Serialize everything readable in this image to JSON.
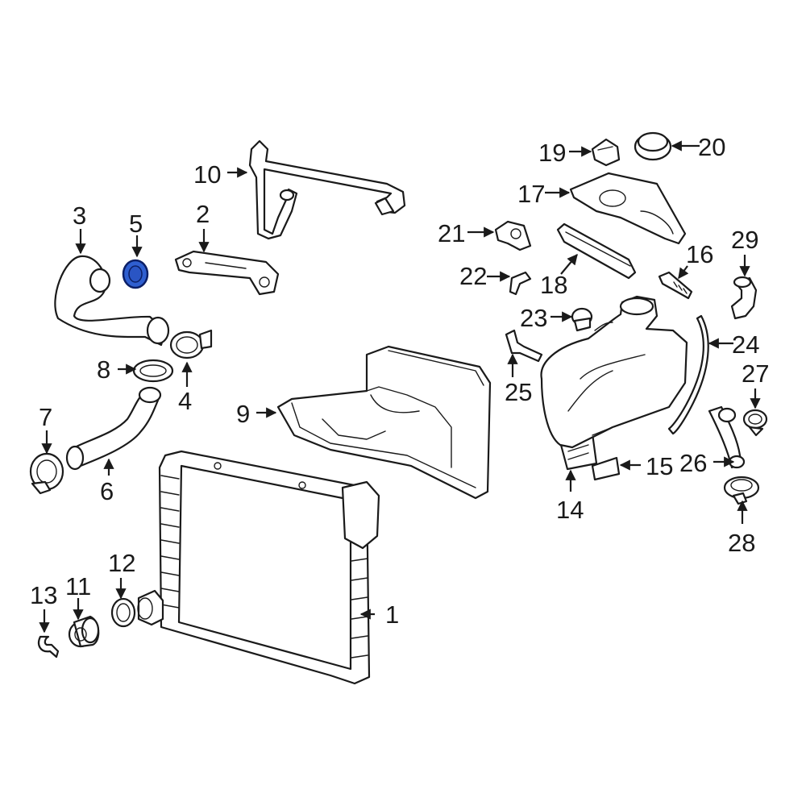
{
  "diagram": {
    "highlight_color": "#2f5fd0",
    "highlighted_part": "5",
    "callouts": [
      {
        "id": "1",
        "label": "1"
      },
      {
        "id": "2",
        "label": "2"
      },
      {
        "id": "3",
        "label": "3"
      },
      {
        "id": "4",
        "label": "4"
      },
      {
        "id": "5",
        "label": "5"
      },
      {
        "id": "6",
        "label": "6"
      },
      {
        "id": "7",
        "label": "7"
      },
      {
        "id": "8",
        "label": "8"
      },
      {
        "id": "9",
        "label": "9"
      },
      {
        "id": "10",
        "label": "10"
      },
      {
        "id": "11",
        "label": "11"
      },
      {
        "id": "12",
        "label": "12"
      },
      {
        "id": "13",
        "label": "13"
      },
      {
        "id": "14",
        "label": "14"
      },
      {
        "id": "15",
        "label": "15"
      },
      {
        "id": "16",
        "label": "16"
      },
      {
        "id": "17",
        "label": "17"
      },
      {
        "id": "18",
        "label": "18"
      },
      {
        "id": "19",
        "label": "19"
      },
      {
        "id": "20",
        "label": "20"
      },
      {
        "id": "21",
        "label": "21"
      },
      {
        "id": "22",
        "label": "22"
      },
      {
        "id": "23",
        "label": "23"
      },
      {
        "id": "24",
        "label": "24"
      },
      {
        "id": "25",
        "label": "25"
      },
      {
        "id": "26",
        "label": "26"
      },
      {
        "id": "27",
        "label": "27"
      },
      {
        "id": "28",
        "label": "28"
      },
      {
        "id": "29",
        "label": "29"
      }
    ]
  }
}
